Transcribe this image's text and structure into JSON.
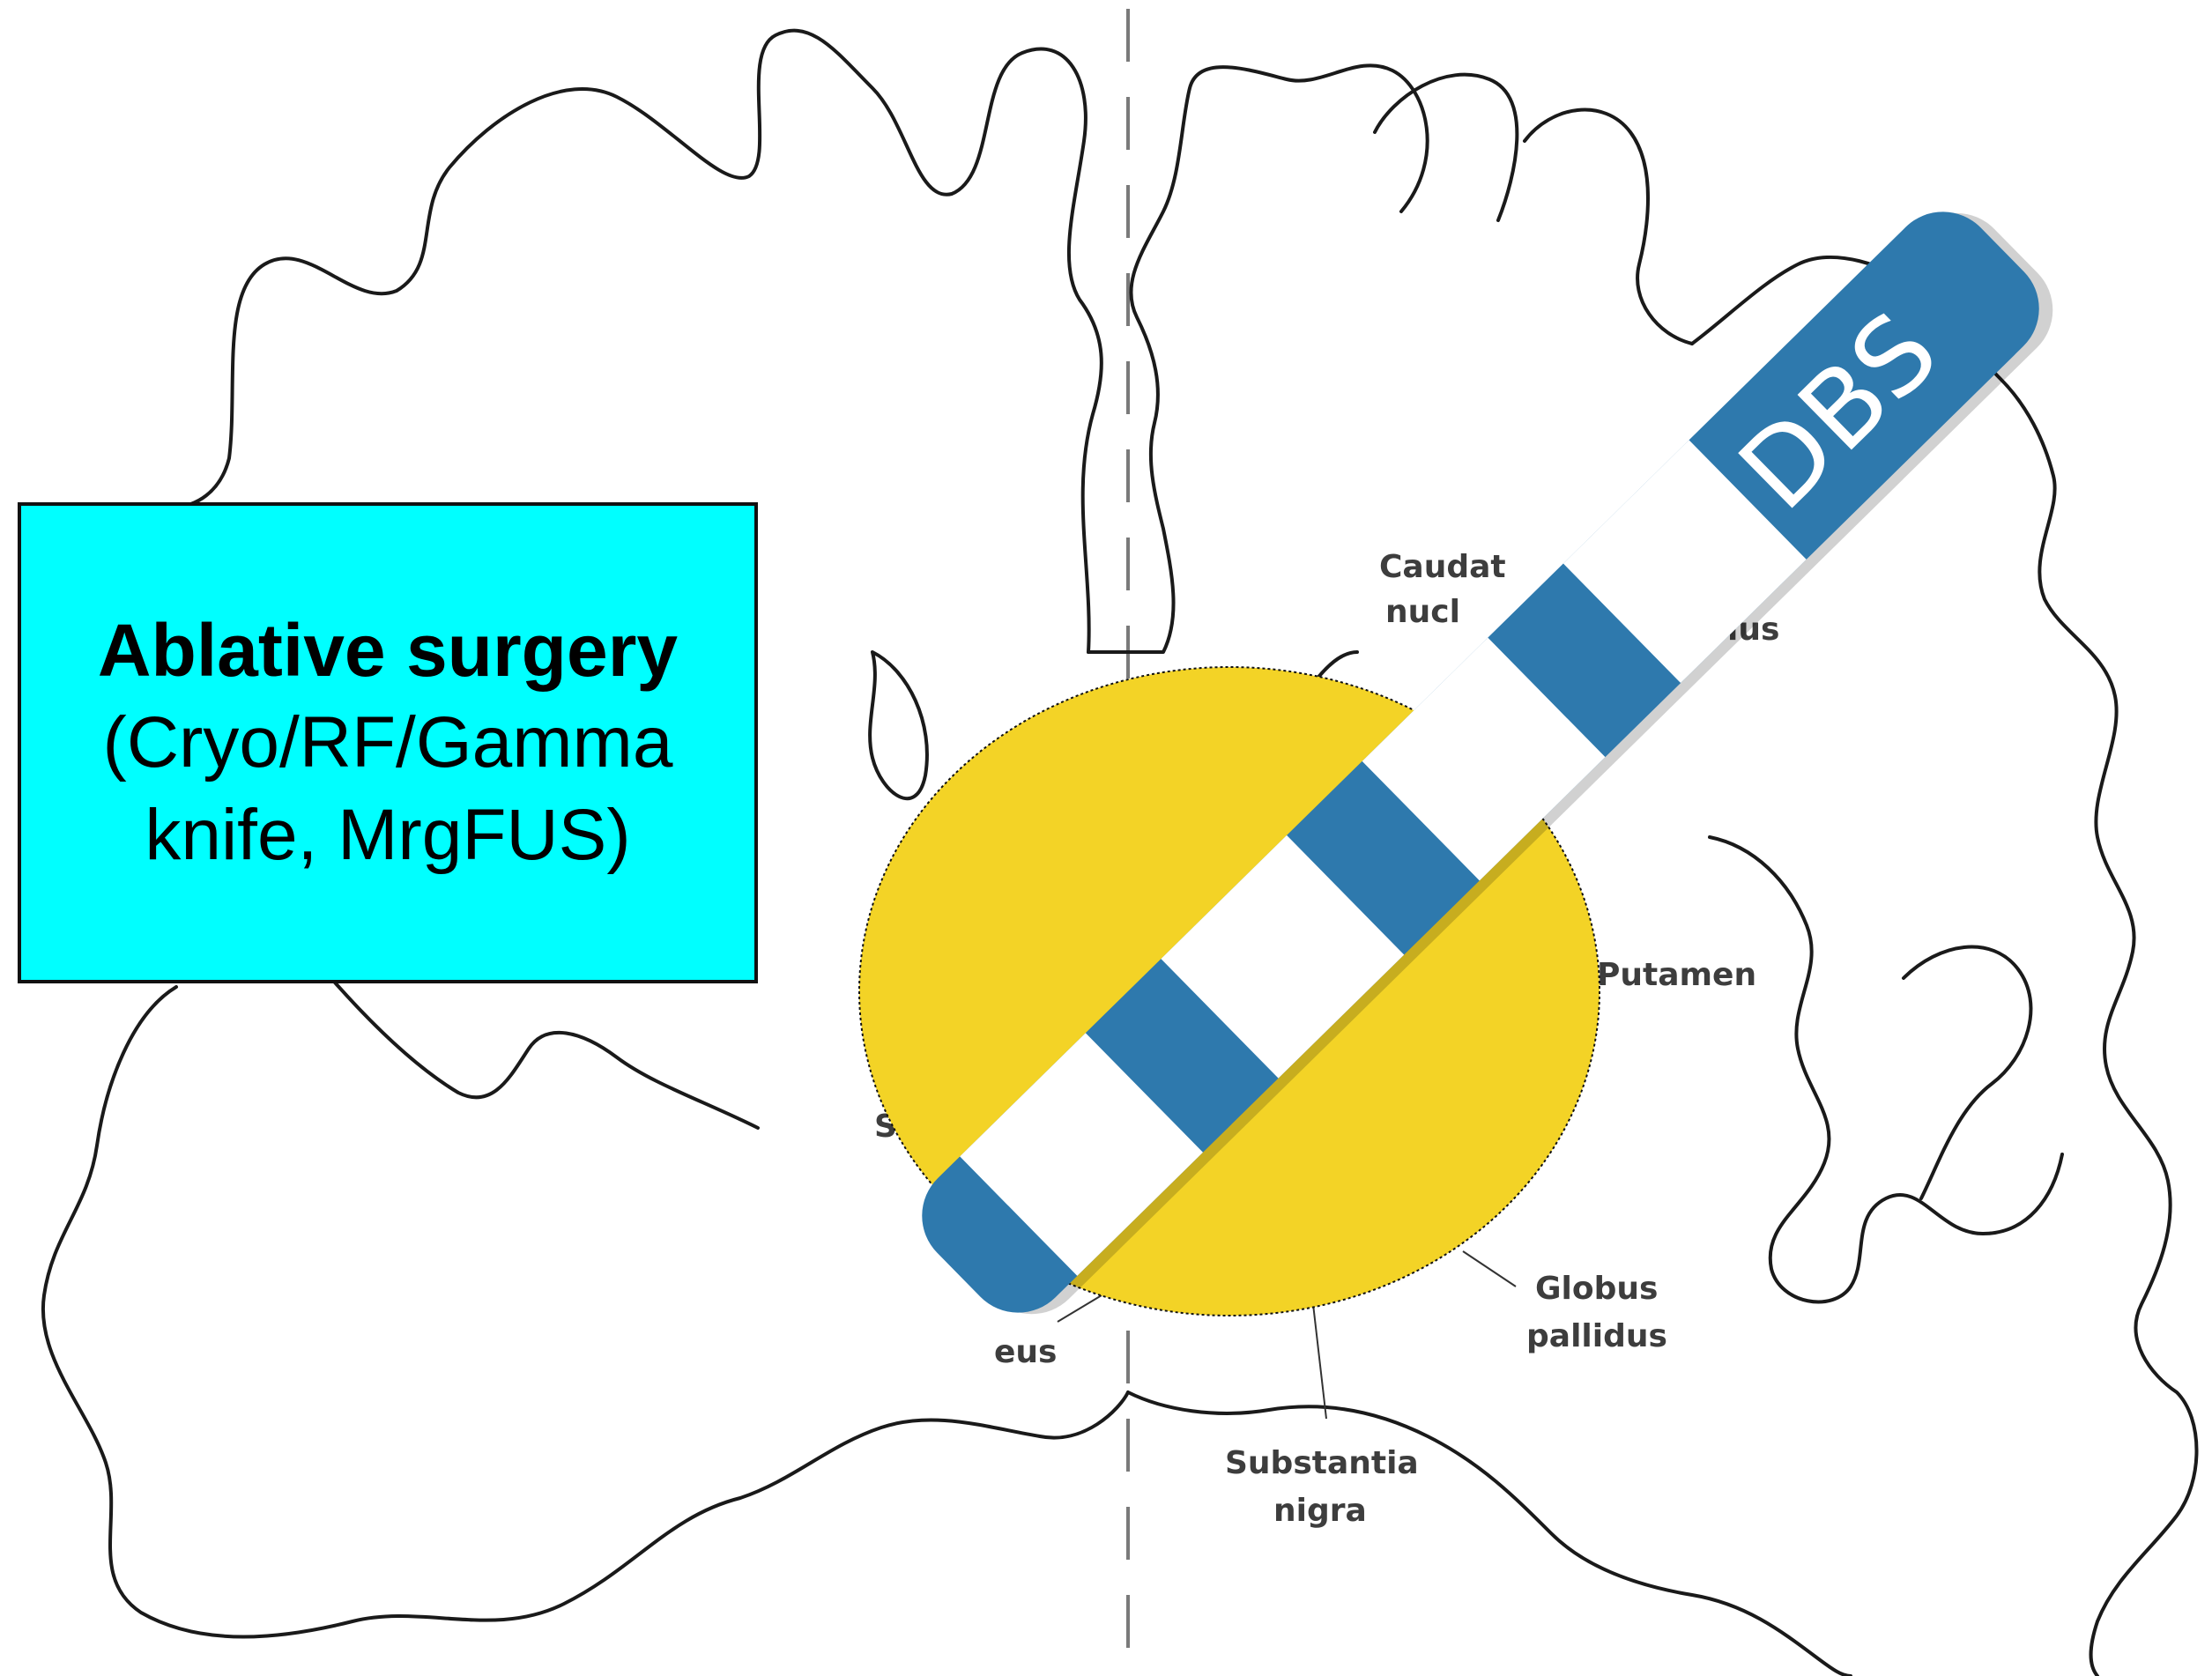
{
  "colors": {
    "ablation_box_fill": "#00FFFF",
    "ablation_zone": "#F3D326",
    "dbs_lead": "#2E79AD",
    "dbs_contact": "#FFFFFF",
    "outline": "#1A1A1A"
  },
  "ablation_box": {
    "title": "Ablative surgery",
    "line1": "(Cryo/RF/Gamma",
    "line2": "knife, MrgFUS)"
  },
  "dbs_lead": {
    "label": "DBS",
    "contact_count": 4
  },
  "anatomy_labels": {
    "caudate_line1": "Caudat",
    "caudate_line2": "nucl",
    "pallidus_fragment": "lus",
    "putamen": "Putamen",
    "globus_line1": "Globus",
    "globus_line2": "pallidus",
    "substantia_line1": "Substantia",
    "substantia_line2": "nigra",
    "nucleus_fragment": "eus",
    "s_fragment": "S"
  },
  "icons": {
    "brain": "brain-coronal-section-icon",
    "midline": "midline-dashed-icon"
  }
}
